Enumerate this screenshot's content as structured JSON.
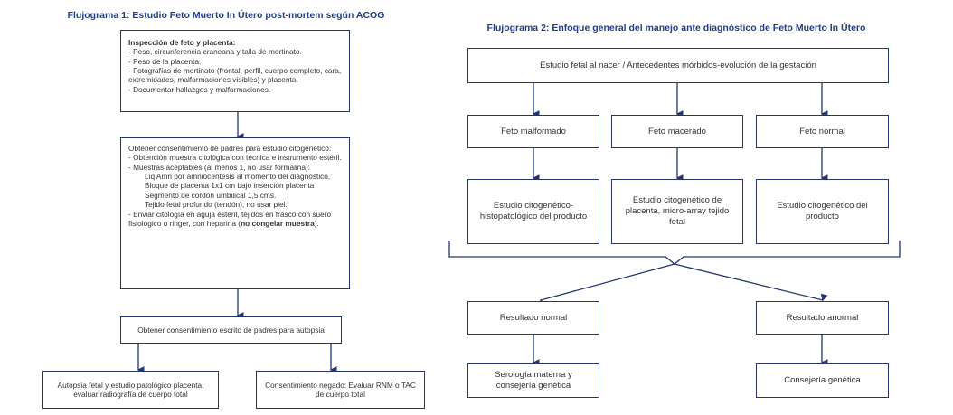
{
  "flow1": {
    "title": "Flujograma 1: Estudio Feto Muerto In Útero post-mortem según ACOG",
    "inspection": {
      "heading": "Inspección de feto y placenta:",
      "lines": [
        "- Peso, circunferencia craneana y talla de mortinato.",
        "- Peso de la placenta.",
        "- Fotografías de mortinato (frontal, perfil, cuerpo completo, cara, extremidades, malformaciones visibles) y placenta.",
        "- Documentar hallazgos y malformaciones."
      ]
    },
    "consent_cyto": {
      "lines": [
        "Obtener consentimiento de padres para estudio citogenético:",
        "- Obtención muestra citológica con técnica e instrumento estéril.",
        "- Muestras aceptables (al menos 1, no usar formalina):"
      ],
      "samples": [
        "Liq Amn por amniocentesis al momento del diagnóstico.",
        "Bloque de placenta 1x1 cm bajo inserción placenta",
        "Segmento de cordón umbilical 1,5 cms.",
        "Tejido fetal profundo (tendón), no usar piel."
      ],
      "last": "- Enviar citología en aguja estéril, tejidos en frasco con suero fisiológico o ringer, con heparina (",
      "last_bold": "no congelar muestra",
      "last_end": ")."
    },
    "consent_autopsy": "Obtener consentimiento escrito de padres para autopsia",
    "autopsy": "Autopsia fetal y estudio patológico placenta, evaluar radiografía de cuerpo total",
    "denied": "Consentimiento negado: Evaluar RNM o TAC de cuerpo total"
  },
  "flow2": {
    "title": "Flujograma 2: Enfoque general del manejo ante diagnóstico de Feto Muerto In Útero",
    "top": "Estudio fetal al nacer / Antecedentes mórbidos-evolución de la gestación",
    "categories": [
      "Feto malformado",
      "Feto macerado",
      "Feto normal"
    ],
    "studies": [
      "Estudio citogenético-histopatológico del producto",
      "Estudio citogenético de placenta, micro-array tejido fetal",
      "Estudio citogenético del producto"
    ],
    "results": [
      "Resultado normal",
      "Resultado anormal"
    ],
    "followups": [
      "Serología materna y consejería genética",
      "Consejería genética"
    ]
  },
  "colors": {
    "line": "#24346e",
    "title": "#1f3f8a"
  }
}
